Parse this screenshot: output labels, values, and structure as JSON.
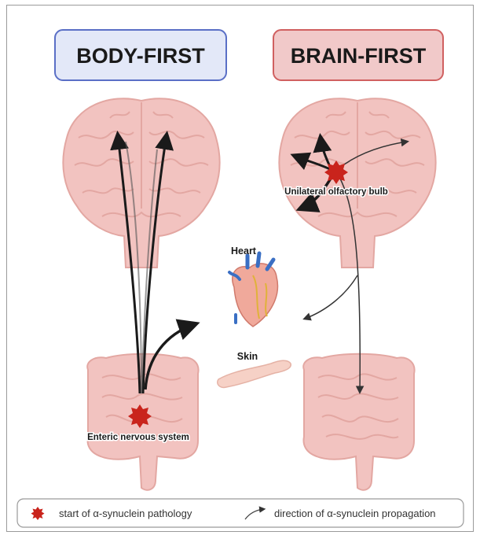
{
  "panels": {
    "left_title": "BODY-FIRST",
    "right_title": "BRAIN-FIRST"
  },
  "labels": {
    "olfactory": "Unilateral olfactory bulb",
    "heart": "Heart",
    "skin": "Skin",
    "enteric": "Enteric nervous system"
  },
  "legend": {
    "start": "start of α-synuclein pathology",
    "direction": "direction of α-synuclein propagation"
  },
  "colors": {
    "body_first_box": "#e3e8f8",
    "body_first_border": "#5a6fc6",
    "brain_first_box": "#f1c9c9",
    "brain_first_border": "#d06060",
    "organ_pink": "#f2c3c0",
    "organ_outline": "#e3a7a2",
    "pathology_red": "#c9241c",
    "arrow": "#1a1a1a"
  }
}
